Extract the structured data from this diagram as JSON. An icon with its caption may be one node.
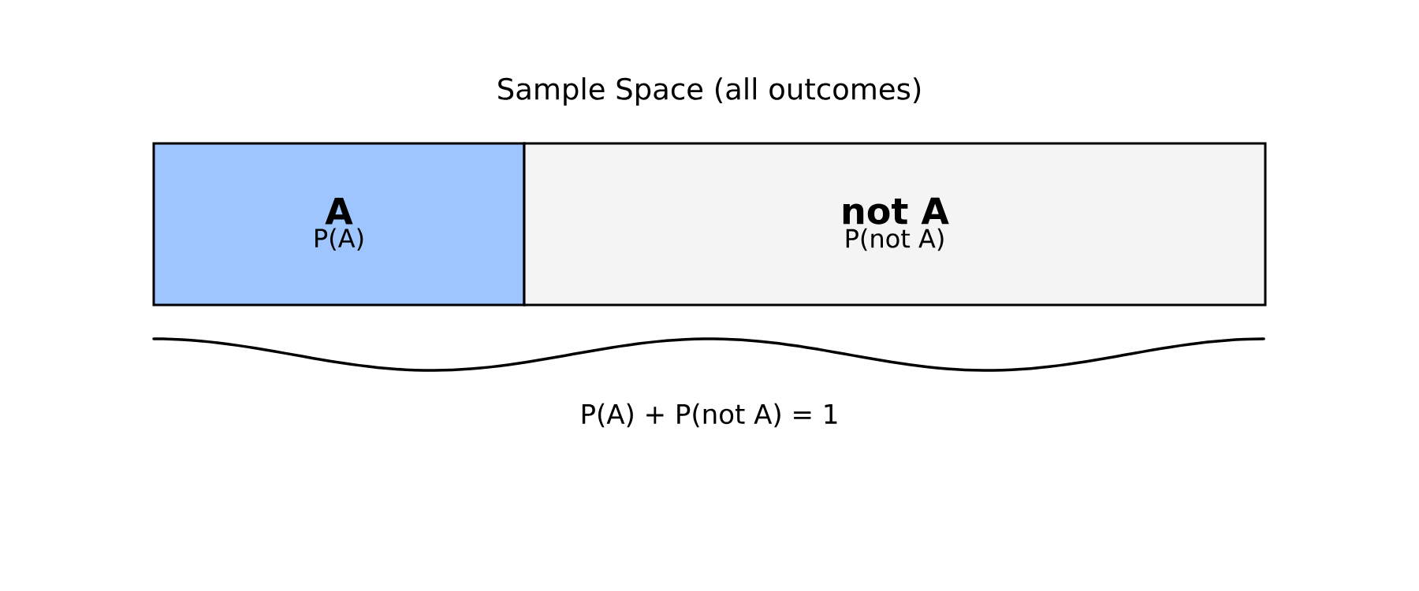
{
  "diagram": {
    "title": "Sample Space (all outcomes)",
    "nodes": [
      {
        "text": [
          "A",
          "P(A)"
        ]
      },
      {
        "text": [
          "not A",
          "P(not A)"
        ]
      }
    ],
    "labels": [
      "P(A) + P(not A) = 1"
    ]
  }
}
